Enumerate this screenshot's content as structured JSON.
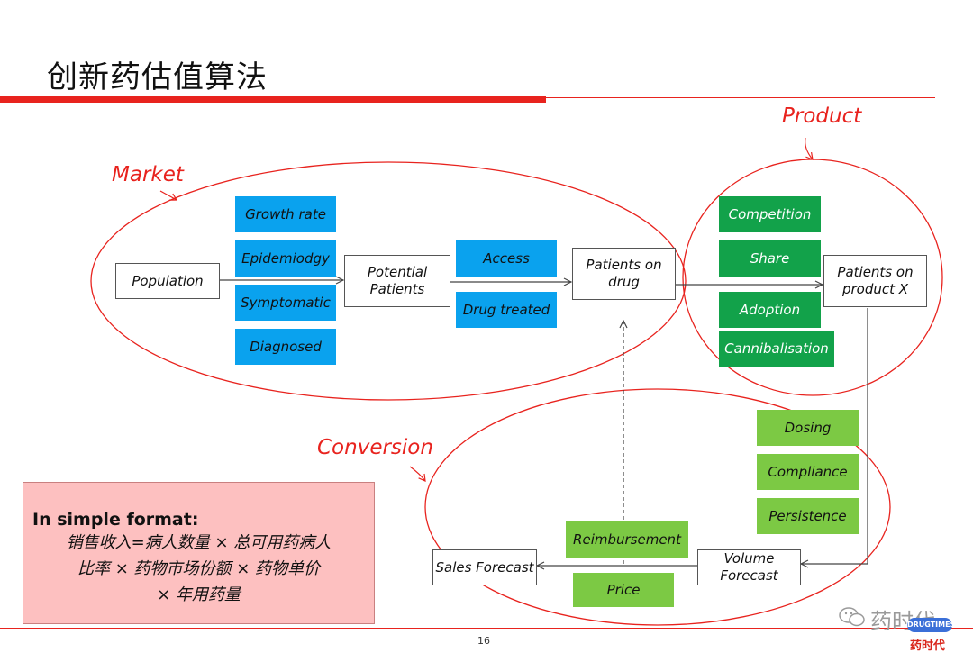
{
  "title": "创新药估值算法",
  "labels": {
    "market": "Market",
    "product": "Product",
    "conversion": "Conversion"
  },
  "boxes": {
    "population": "Population",
    "potential_patients": "Potential\nPatients",
    "patients_on_drug": "Patients on\ndrug",
    "patients_on_product_x": "Patients on\nproduct X",
    "sales_forecast": "Sales Forecast",
    "volume_forecast": "Volume\nForecast"
  },
  "market_factors": [
    "Growth rate",
    "Epidemiodgy",
    "Symptomatic",
    "Diagnosed"
  ],
  "access_factors": [
    "Access",
    "Drug treated"
  ],
  "product_factors": [
    "Competition",
    "Share",
    "Adoption",
    "Cannibalisation"
  ],
  "volume_factors": [
    "Dosing",
    "Compliance",
    "Persistence"
  ],
  "price_factors": [
    "Reimbursement",
    "Price"
  ],
  "note": {
    "title": "In simple format:",
    "body": "销售收入=病人数量 × 总可用药病人\n比率 × 药物市场份额 × 药物单价\n× 年用药量"
  },
  "page_number": "16",
  "watermark": {
    "text": "药时代",
    "logo_top": "DRUGTIMES",
    "logo_bottom": "药时代"
  },
  "colors": {
    "accent_red": "#e8231e",
    "factor_blue": "#0aa2ee",
    "factor_dark_green": "#12a24a",
    "factor_light_green": "#7cc944",
    "note_bg": "#fdc0c0"
  }
}
